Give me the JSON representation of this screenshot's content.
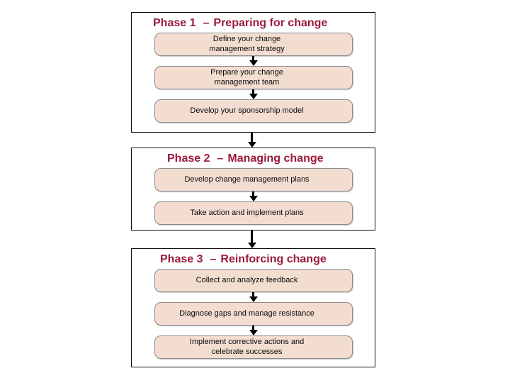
{
  "diagram": {
    "dash": "–",
    "colors": {
      "phase_title": "#9B1B3B",
      "step_fill": "#F3DDD1",
      "step_border": "#8B8B8B",
      "container_border": "#0A0A0A",
      "arrow": "#000000",
      "background": "#FFFFFF"
    },
    "phases": [
      {
        "name": "Phase 1",
        "title": "Preparing for change",
        "steps": [
          "Define your change\nmanagement strategy",
          "Prepare your change\nmanagement team",
          "Develop your sponsorship model"
        ]
      },
      {
        "name": "Phase 2",
        "title": "Managing change",
        "steps": [
          "Develop change management plans",
          "Take action and implement plans"
        ]
      },
      {
        "name": "Phase 3",
        "title": "Reinforcing change",
        "steps": [
          "Collect and analyze feedback",
          "Diagnose gaps and manage resistance",
          "Implement corrective actions and\ncelebrate successes"
        ]
      }
    ]
  }
}
